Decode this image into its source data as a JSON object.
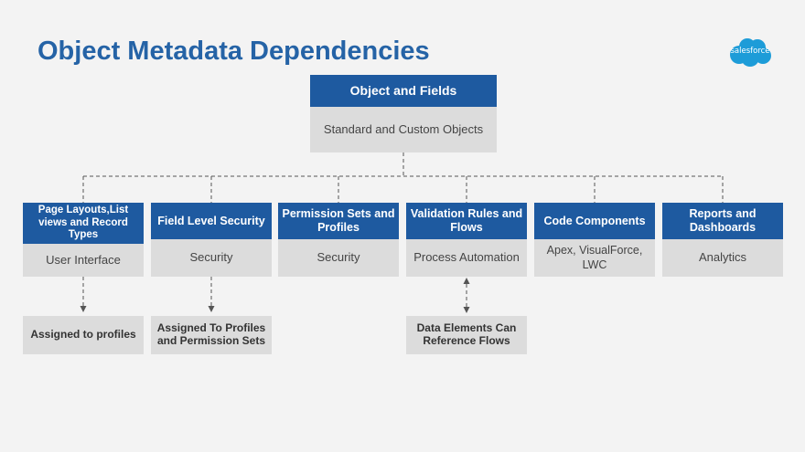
{
  "slide": {
    "title": "Object Metadata Dependencies",
    "logo_text": "salesforce",
    "colors": {
      "title": "#2563a6",
      "box_blue": "#1e5aa0",
      "box_grey": "#dcdcdc",
      "logo": "#1d9cd8",
      "connector": "#555555"
    }
  },
  "root": {
    "header": "Object and Fields",
    "body": "Standard and Custom Objects"
  },
  "children": [
    {
      "header": "Page Layouts,List views and Record Types",
      "body": "User Interface"
    },
    {
      "header": "Field Level Security",
      "body": "Security"
    },
    {
      "header": "Permission Sets and Profiles",
      "body": "Security"
    },
    {
      "header": "Validation Rules and Flows",
      "body": "Process Automation"
    },
    {
      "header": "Code Components",
      "body": "Apex, VisualForce, LWC"
    },
    {
      "header": "Reports and Dashboards",
      "body": "Analytics"
    }
  ],
  "notes": [
    {
      "text": "Assigned to profiles"
    },
    {
      "text": "Assigned To Profiles and Permission Sets"
    },
    {
      "text": "Data Elements Can Reference Flows"
    }
  ]
}
